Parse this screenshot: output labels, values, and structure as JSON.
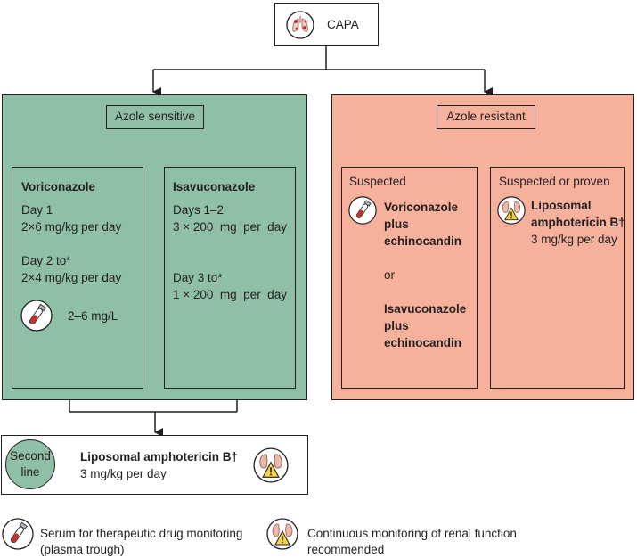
{
  "top": {
    "label": "CAPA"
  },
  "azole_sensitive": {
    "label": "Azole sensitive",
    "voriconazole": {
      "title": "Voriconazole",
      "day1_label": "Day 1",
      "day1_dose": "2×6 mg/kg per day",
      "day2_label": "Day 2 to*",
      "day2_dose": "2×4 mg/kg per day",
      "tdm_target": "2–6 mg/L"
    },
    "isavuconazole": {
      "title": "Isavuconazole",
      "days12_label": "Days 1–2",
      "days12_dose": "3 × 200  mg  per  day",
      "day3_label": "Day 3 to*",
      "day3_dose": "1 × 200  mg  per  day"
    }
  },
  "azole_resistant": {
    "label": "Azole resistant",
    "suspected": {
      "title": "Suspected",
      "option1_line1": "Voriconazole",
      "option1_line2": "plus",
      "option1_line3": "echinocandin",
      "or": "or",
      "option2_line1": "Isavuconazole",
      "option2_line2": "plus",
      "option2_line3": "echinocandin"
    },
    "suspected_or_proven": {
      "title": "Suspected or proven",
      "drug_line1": "Liposomal",
      "drug_line2": "amphotericin B†",
      "dose": "3 mg/kg per day"
    }
  },
  "second_line": {
    "badge_line1": "Second",
    "badge_line2": "line",
    "drug": "Liposomal amphotericin B†",
    "dose": "3 mg/kg per day"
  },
  "legend": {
    "tdm_line1": "Serum for therapeutic drug monitoring",
    "tdm_line2": "(plasma trough)",
    "renal_line1": "Continuous monitoring of renal function",
    "renal_line2": "recommended"
  },
  "icons": {
    "lungs": "lungs-virus-icon",
    "tube": "blood-tube-icon",
    "kidney": "kidney-warning-icon"
  },
  "colors": {
    "sensitive_panel": "#8fbfa7",
    "resistant_panel": "#f6b19c",
    "second_line_badge": "#8fbfa7",
    "blood": "#c4302b"
  }
}
